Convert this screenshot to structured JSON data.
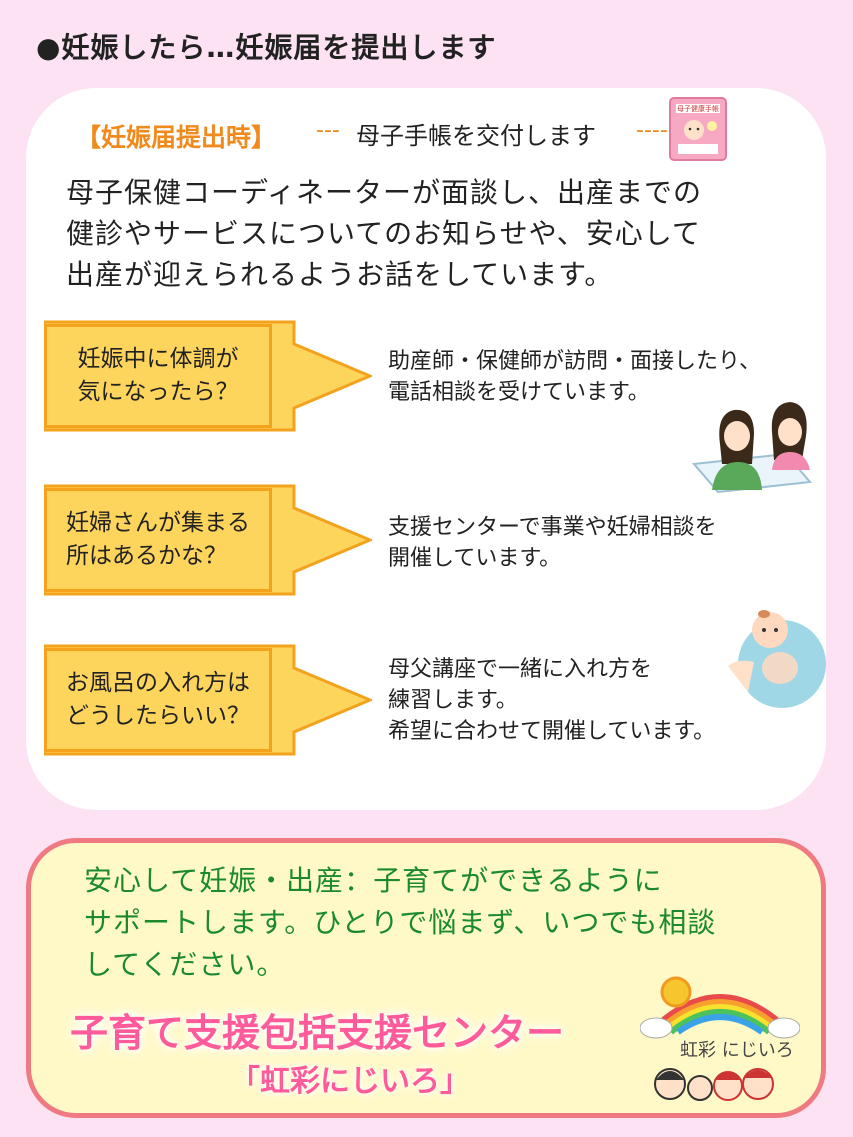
{
  "heading": "●妊娠したら…妊娠届を提出します",
  "submission": {
    "label": "【妊娠届提出時】",
    "dash_left": "---",
    "handbook_text": "母子手帳を交付します",
    "dash_right": "----",
    "handbook_icon_text": "母子健康手帳"
  },
  "intro_lines": [
    "母子保健コーディネーターが面談し、出産までの",
    "健診やサービスについてのお知らせや、安心して",
    "出産が迎えられるようお話をしています。"
  ],
  "qa": [
    {
      "question": [
        "妊娠中に体調が",
        "気になったら？"
      ],
      "answer": [
        "助産師・保健師が訪問・面接したり、",
        "電話相談を受けています。"
      ]
    },
    {
      "question": [
        "妊婦さんが集まる",
        "所はあるかな？"
      ],
      "answer": [
        "支援センターで事業や妊婦相談を",
        "開催しています。"
      ]
    },
    {
      "question": [
        "お風呂の入れ方は",
        "どうしたらいい？"
      ],
      "answer": [
        "母父講座で一緒に入れ方を",
        "練習します。",
        "希望に合わせて開催しています。"
      ]
    }
  ],
  "bottom": {
    "message": [
      "安心して妊娠・出産：子育てができるように",
      "サポートします。ひとりで悩まず、いつでも相談",
      "してください。"
    ],
    "center_name": "子育て支援包括支援センター",
    "nickname": "「虹彩にじいろ」",
    "logo_text": "虹彩 にじいろ"
  },
  "colors": {
    "page_bg": "#fde2f3",
    "accent_orange": "#f08a1c",
    "question_fill": "#fdd55c",
    "bottom_border": "#ef7a82",
    "bottom_text": "#1b8a2c",
    "center_name": "#ff5a9a"
  }
}
